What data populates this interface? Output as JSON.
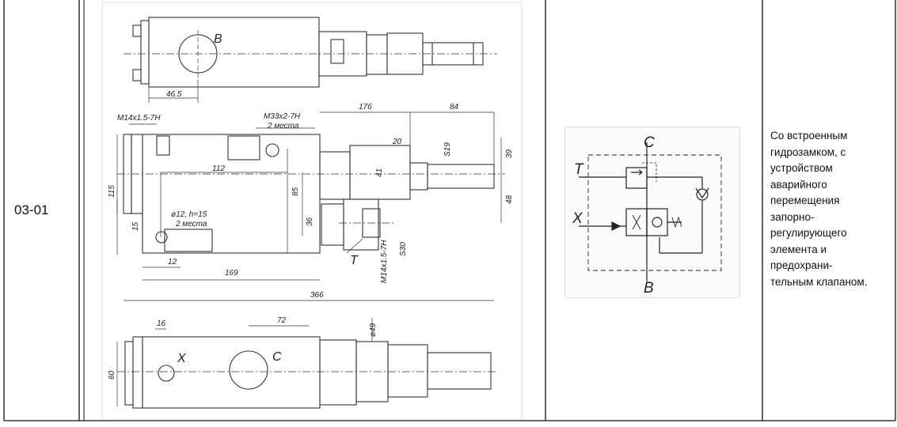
{
  "row": {
    "code": "03-01",
    "description": "Со встроенным\nгидрозамком, с\nустройством\nаварийного\nперемещения\nзапорно-\nрегулирующего\nэлемента и\nпредохрани-\nтельным клапаном."
  },
  "drawing": {
    "top_view": {
      "port_label": "B",
      "dim_465": "46.5"
    },
    "front_view": {
      "thread_left": "M14x1.5-7H",
      "thread_top": "M33x2-7H",
      "thread_top_note": "2 места",
      "dim_176": "176",
      "dim_84": "84",
      "dim_20": "20",
      "dim_s19": "S19",
      "dim_39": "39",
      "dim_41": "41",
      "dim_112": "112",
      "dim_85": "85",
      "dim_48": "48",
      "dim_115": "115",
      "dim_15": "15",
      "hole_note": "ø12, h=15",
      "hole_note2": "2 места",
      "dim_36": "36",
      "dim_12": "12",
      "dim_169": "169",
      "dim_366": "366",
      "port_t": "T",
      "thread_t": "M14x1.5-7H",
      "dim_s30": "S30"
    },
    "bottom_view": {
      "dim_16": "16",
      "dim_72": "72",
      "dim_49": "ø49",
      "dim_60": "60",
      "port_x": "X",
      "port_c": "C"
    }
  },
  "schematic": {
    "label_c": "C",
    "label_t": "T",
    "label_x": "X",
    "label_b": "B"
  }
}
